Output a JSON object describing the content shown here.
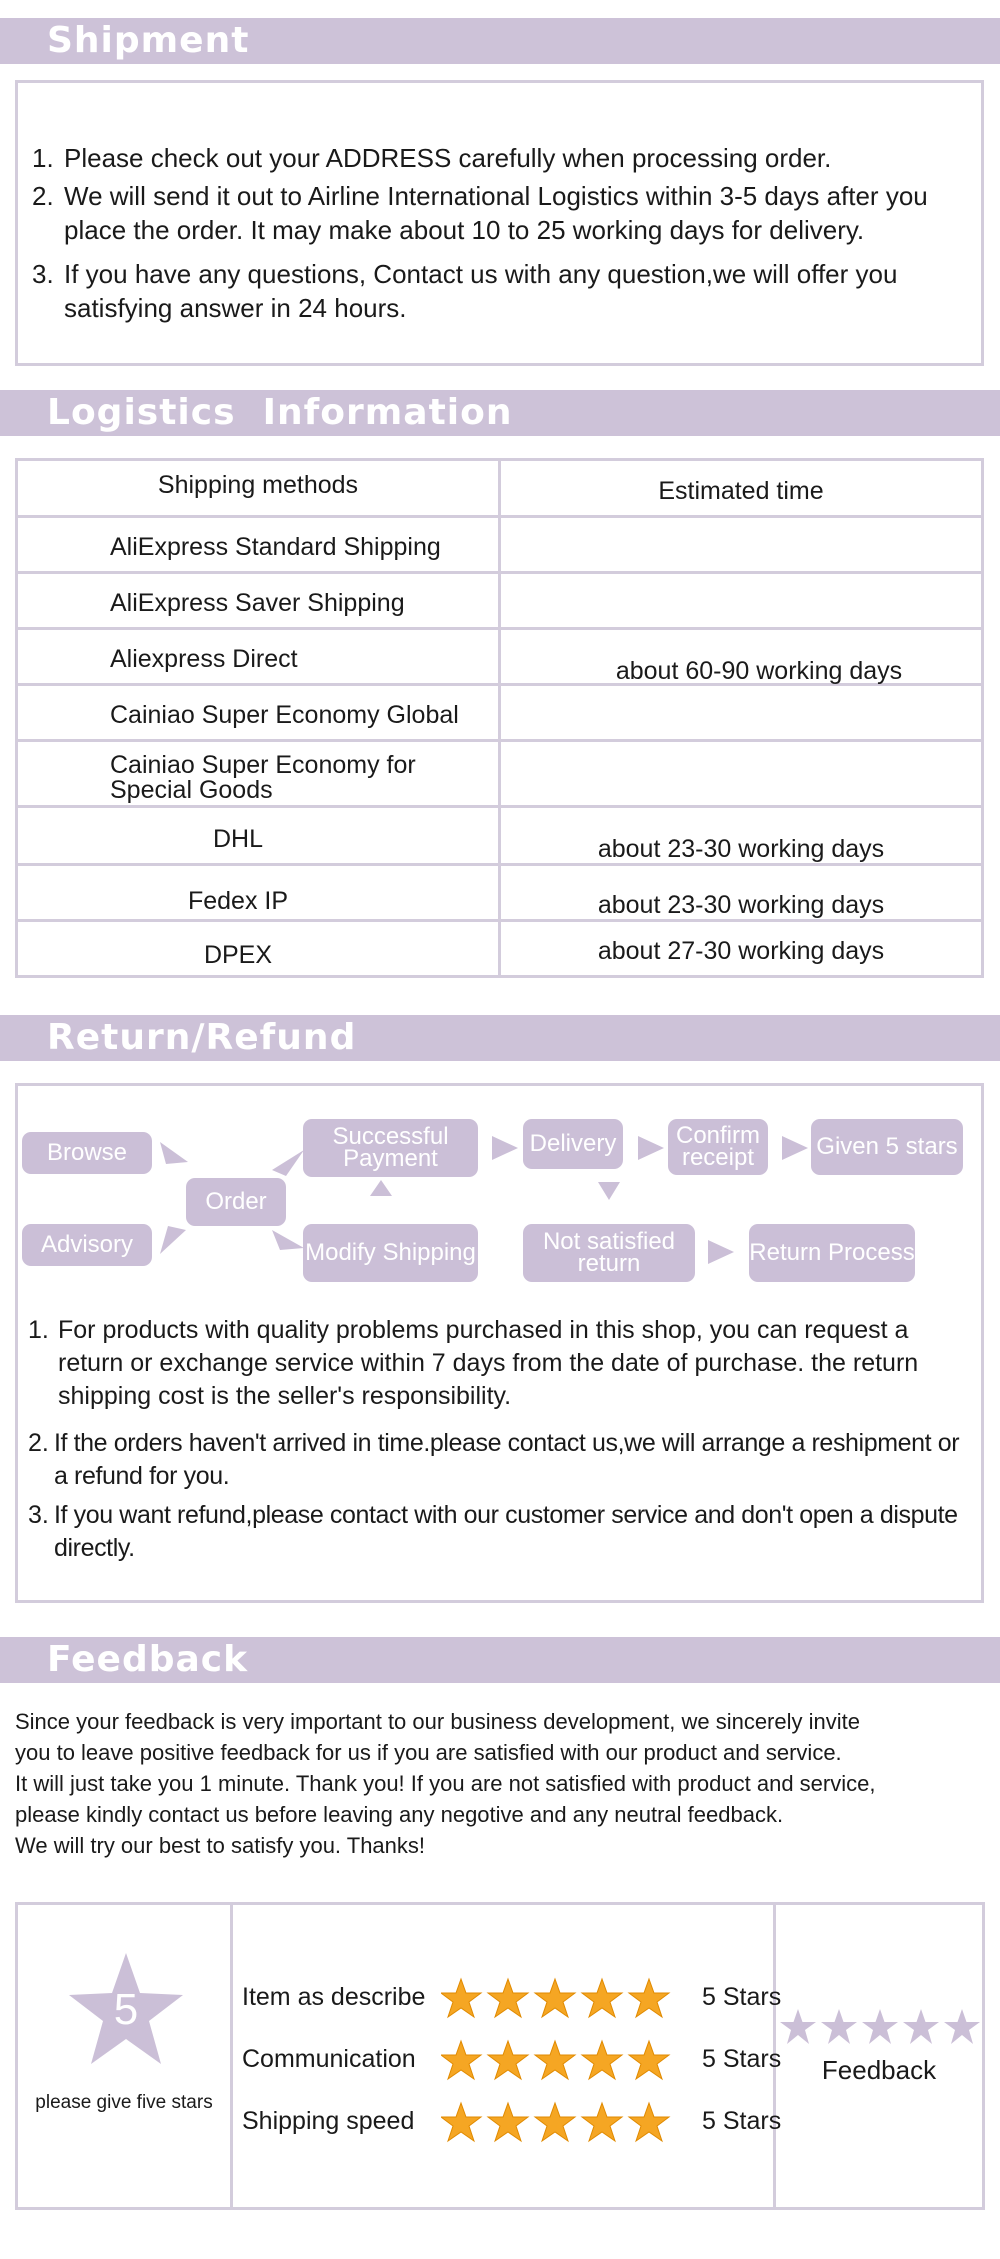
{
  "sections": {
    "shipment": "Shipment",
    "logistics": "Logistics  Information",
    "return": "Return/Refund",
    "feedback": "Feedback"
  },
  "shipment_items": [
    {
      "num": "1.",
      "text": "Please check out your ADDRESS carefully when processing order."
    },
    {
      "num": "2.",
      "text": "We will send it out to Airline International Logistics within 3-5 days after you place the order. It may make about 10 to 25 working days for delivery."
    },
    {
      "num": "3.",
      "text": "If you have any questions, Contact us with any question,we will offer you satisfying answer in 24 hours."
    }
  ],
  "logistics": {
    "headers": [
      "Shipping methods",
      "Estimated time"
    ],
    "methods": [
      "AliExpress Standard Shipping",
      "AliExpress Saver Shipping",
      "Aliexpress Direct",
      "Cainiao Super Economy Global",
      "Cainiao Super Economy for Special Goods",
      "DHL",
      "Fedex IP",
      "DPEX"
    ],
    "times": {
      "group": "about 60-90 working days",
      "dhl": "about 23-30 working days",
      "fedex": "about 23-30 working days",
      "dpex": "about 27-30 working days"
    }
  },
  "flow": {
    "browse": "Browse",
    "advisory": "Advisory",
    "order": "Order",
    "payment": "Successful Payment",
    "modify": "Modify Shipping",
    "delivery": "Delivery",
    "confirm": "Confirm receipt",
    "stars": "Given 5 stars",
    "not_satisfied": "Not satisfied return",
    "return_process": "Return Process"
  },
  "return_items": [
    {
      "num": "1.",
      "text": "For products with quality problems purchased in this shop, you can request a return or exchange service within 7 days from the date of purchase. the return shipping cost is the seller's responsibility."
    },
    {
      "num": "2.",
      "text": "If the orders haven't arrived in time.please contact us,we will arrange a reshipment or a refund for you."
    },
    {
      "num": "3.",
      "text": "If you want refund,please contact with our customer service and don't open a dispute directly."
    }
  ],
  "feedback_text": [
    "Since your feedback is very important to our business development, we sincerely invite",
    "you to leave positive feedback for us if you are satisfied with our product and service.",
    "It will just take you 1 minute. Thank you! If you are not satisfied with product and service,",
    "please kindly contact us before leaving any negotive and any neutral feedback.",
    "We will try our best to satisfy you. Thanks!"
  ],
  "rating": {
    "big_number": "5",
    "caption": "please give five stars",
    "rows": [
      {
        "label": "Item as describe",
        "value": "5 Stars",
        "stars": 5
      },
      {
        "label": "Communication",
        "value": "5 Stars",
        "stars": 5
      },
      {
        "label": "Shipping speed",
        "value": "5 Stars",
        "stars": 5
      }
    ],
    "feedback_label": "Feedback"
  },
  "colors": {
    "band": "#cdc2d8",
    "border": "#d3ccdc",
    "flow": "#cbbfd7",
    "star_gold": "#f5a623"
  }
}
